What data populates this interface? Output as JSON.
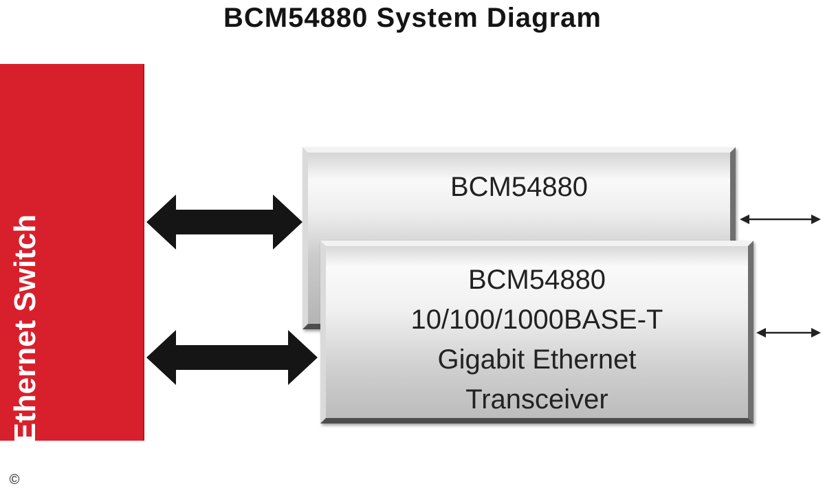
{
  "title": "BCM54880 System Diagram",
  "switch": {
    "label": "Ethernet Switch",
    "color": "#d8202c"
  },
  "chips": {
    "back": {
      "label": "BCM54880"
    },
    "front": {
      "lines": [
        "BCM54880",
        "10/100/1000BASE-T",
        "Gigabit Ethernet",
        "Transceiver"
      ]
    }
  },
  "copyright": "©"
}
